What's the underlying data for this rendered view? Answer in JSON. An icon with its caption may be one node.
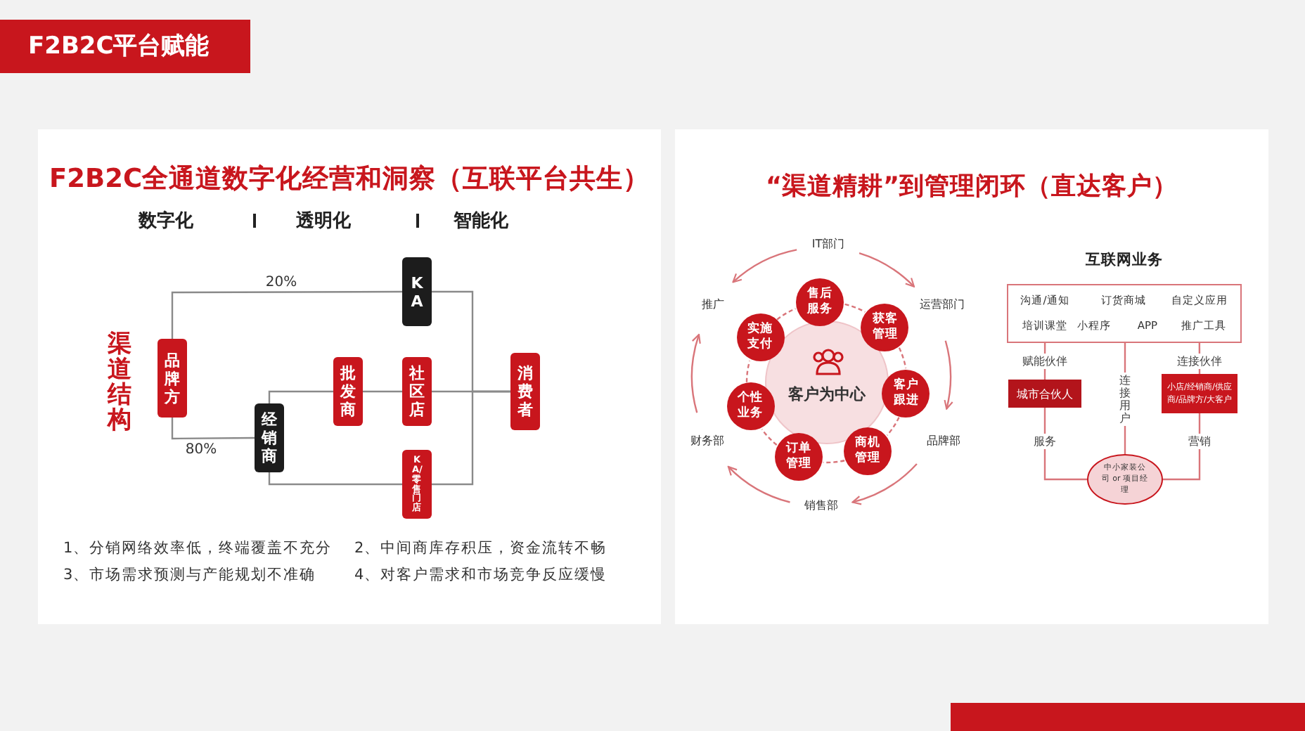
{
  "diagram": {
    "title": "F2B2C平台赋能",
    "nodes": [
      {
        "text": [
          "F2B2C全通道数字化经营和洞察（互联平台共生）"
        ]
      },
      {
        "text": [
          "品牌方"
        ],
        "in": 0
      },
      {
        "text": [
          "KA"
        ],
        "in": 0
      },
      {
        "text": [
          "经销商"
        ],
        "in": 0
      },
      {
        "text": [
          "批发商"
        ],
        "in": 0
      },
      {
        "text": [
          "社区店"
        ],
        "in": 0
      },
      {
        "text": [
          "KA/零售门店"
        ],
        "in": 0
      },
      {
        "text": [
          "消费者"
        ],
        "in": 0
      },
      {
        "text": [
          "“渠道精耕”到管理闭环（直达客户）"
        ]
      },
      {
        "text": [
          "IT部门"
        ],
        "in": 8
      },
      {
        "text": [
          "运营部门"
        ],
        "in": 8
      },
      {
        "text": [
          "品牌部"
        ],
        "in": 8
      },
      {
        "text": [
          "销售部"
        ],
        "in": 8
      },
      {
        "text": [
          "财务部"
        ],
        "in": 8
      },
      {
        "text": [
          "推广"
        ],
        "in": 8
      },
      {
        "text": [
          "客户为中心"
        ],
        "in": 8
      },
      {
        "text": [
          "售后服务"
        ],
        "in": 8
      },
      {
        "text": [
          "获客管理"
        ],
        "in": 8
      },
      {
        "text": [
          "客户跟进"
        ],
        "in": 8
      },
      {
        "text": [
          "商机管理"
        ],
        "in": 8
      },
      {
        "text": [
          "订单管理"
        ],
        "in": 8
      },
      {
        "text": [
          "个性业务"
        ],
        "in": 8
      },
      {
        "text": [
          "实施支付"
        ],
        "in": 8
      },
      {
        "text": [
          "互联网业务",
          "沟通/通知",
          "订货商城",
          "自定义应用",
          "培训课堂",
          "小程序",
          "APP",
          "推广工具"
        ],
        "in": 8
      },
      {
        "text": [
          "城市合伙人"
        ],
        "in": 8
      },
      {
        "text": [
          "小店/经销商/供应商/品牌方/大客户"
        ],
        "in": 8
      },
      {
        "text": [
          "中小家装公司 or 项目经理"
        ],
        "in": 8
      }
    ],
    "edges": [
      {
        "from": 1,
        "to": 2,
        "arrow": "none",
        "label": "20%",
        "color": "#8a8a8a"
      },
      {
        "from": 1,
        "to": 3,
        "arrow": "none",
        "label": "80%",
        "color": "#8a8a8a"
      },
      {
        "from": 3,
        "to": 4,
        "arrow": "none",
        "color": "#8a8a8a"
      },
      {
        "from": 4,
        "to": 5,
        "arrow": "none",
        "color": "#8a8a8a"
      },
      {
        "from": 5,
        "to": 7,
        "arrow": "none",
        "color": "#8a8a8a"
      },
      {
        "from": 2,
        "to": 7,
        "arrow": "none",
        "color": "#8a8a8a"
      },
      {
        "from": 3,
        "to": 6,
        "arrow": "none",
        "color": "#8a8a8a"
      },
      {
        "from": 6,
        "to": 7,
        "arrow": "none",
        "color": "#8a8a8a"
      },
      {
        "from": 9,
        "to": 10,
        "arrow": "to"
      },
      {
        "from": 10,
        "to": 11,
        "arrow": "to"
      },
      {
        "from": 11,
        "to": 12,
        "arrow": "to"
      },
      {
        "from": 12,
        "to": 13,
        "arrow": "to"
      },
      {
        "from": 13,
        "to": 14,
        "arrow": "to"
      },
      {
        "from": 9,
        "to": 14,
        "arrow": "to"
      },
      {
        "from": 16,
        "to": 17,
        "arrow": "none",
        "style": "dashed"
      },
      {
        "from": 17,
        "to": 18,
        "arrow": "none",
        "style": "dashed"
      },
      {
        "from": 18,
        "to": 19,
        "arrow": "none",
        "style": "dashed"
      },
      {
        "from": 19,
        "to": 20,
        "arrow": "none",
        "style": "dashed"
      },
      {
        "from": 20,
        "to": 21,
        "arrow": "none",
        "style": "dashed"
      },
      {
        "from": 21,
        "to": 22,
        "arrow": "none",
        "style": "dashed"
      },
      {
        "from": 22,
        "to": 16,
        "arrow": "none",
        "style": "dashed"
      },
      {
        "from": 23,
        "to": 24,
        "arrow": "none",
        "label": "赋能伙伴"
      },
      {
        "from": 23,
        "to": 26,
        "arrow": "none",
        "label": "连接用户"
      },
      {
        "from": 23,
        "to": 25,
        "arrow": "none",
        "label": "连接伙伴"
      },
      {
        "from": 24,
        "to": 26,
        "arrow": "none",
        "label": "服务"
      },
      {
        "from": 25,
        "to": 26,
        "arrow": "none",
        "label": "营销"
      }
    ],
    "labels": [
      "数字化",
      "透明化",
      "智能化",
      "渠道结构",
      "1、分销网络效率低，终端覆盖不充分",
      "2、中间商库存积压，资金流转不畅",
      "3、市场需求预测与产能规划不准确",
      "4、对客户需求和市场竞争反应缓慢"
    ]
  }
}
